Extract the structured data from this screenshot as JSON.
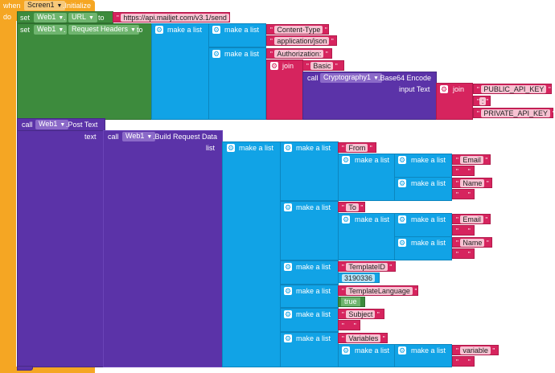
{
  "event": {
    "when": "when",
    "component": "Screen1",
    "event_name": ".Initialize",
    "do": "do"
  },
  "set_url": {
    "set": "set",
    "component": "Web1",
    "dot": ".",
    "property": "URL",
    "to": "to",
    "value": "https://api.mailjet.com/v3.1/send"
  },
  "set_headers": {
    "set": "set",
    "component": "Web1",
    "dot": ".",
    "property": "Request Headers",
    "to": "to",
    "make_list": "make a list",
    "content_type_key": "Content-Type",
    "content_type_value": "application/json",
    "auth_key": "Authorization:",
    "join": "join",
    "basic": "Basic",
    "call": "call",
    "crypto_component": "Cryptography1",
    "crypto_method": ".Base64 Encode",
    "input_text": "input Text",
    "public_key": "PUBLIC_API_KEY",
    "colon": ":",
    "private_key": "PRIVATE_API_KEY"
  },
  "post": {
    "call": "call",
    "component": "Web1",
    "method": ".Post Text",
    "text": "text"
  },
  "build": {
    "call": "call",
    "component": "Web1",
    "method": ".Build Request Data",
    "list": "list"
  },
  "data": {
    "make_list": "make a list",
    "from": "From",
    "to": "To",
    "email": "Email",
    "name": "Name",
    "empty": "",
    "template_id_key": "TemplateID",
    "template_id_value": "3190336",
    "template_language": "TemplateLanguage",
    "true_value": "true",
    "subject": "Subject",
    "variables": "Variables",
    "variable": "variable"
  },
  "colors": {
    "event": "#f5a623",
    "setter": "#3d8b3d",
    "call": "#5b33a8",
    "list": "#11a3e6",
    "text": "#d6245e"
  },
  "icons": {
    "gear": "gear-icon",
    "dropdown": "chevron-down-icon"
  }
}
